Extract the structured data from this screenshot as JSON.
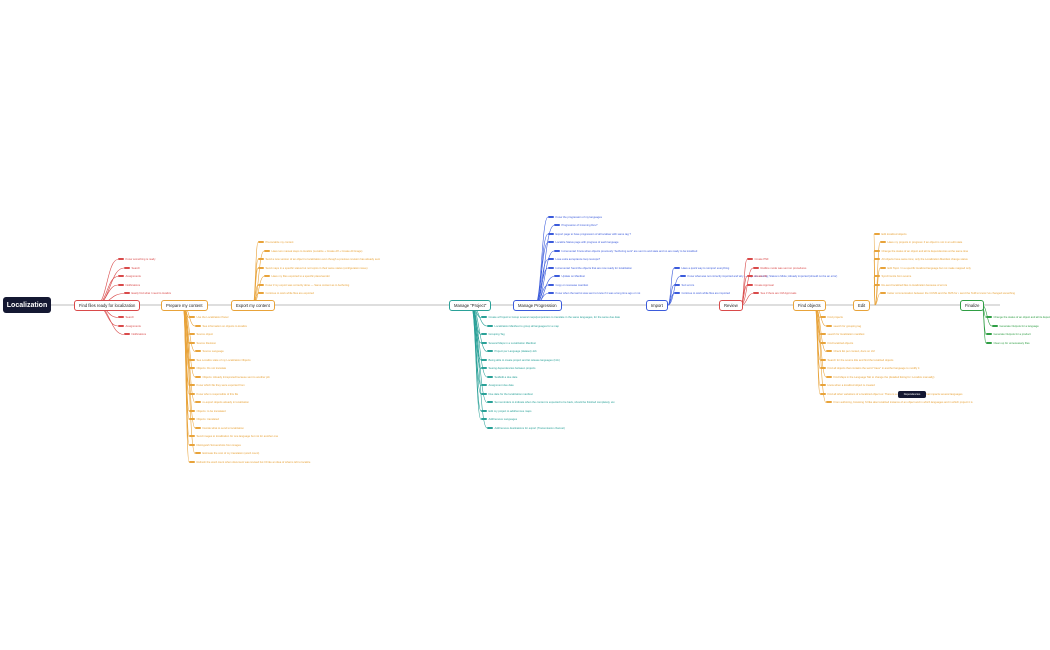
{
  "root": "Localization",
  "colors": {
    "red": "#d94a4a",
    "orange": "#e8a33a",
    "teal": "#2aa198",
    "blue": "#3b5bdb",
    "green": "#2f9e44",
    "gray": "#888888"
  },
  "branches": [
    {
      "label": "Find files ready for localization",
      "color": "red",
      "children": [
        "Know something is ready",
        "Search",
        "Assignments",
        "Notifications",
        "Easily find what I need to localize",
        "Search",
        "Assignments",
        "Notifications"
      ]
    },
    {
      "label": "Prepare my content",
      "color": "orange",
      "children": [
        "Use the Localization Panel",
        "See information on objects to localize",
        "Source object",
        "Source Revision",
        "Source Language",
        "See Localize state of my Localization Objects",
        "Objects: Do not translate",
        "Objects: Already Intrepreted because sent to another job",
        "Know which file they were exported from",
        "Know who is responsible of this file",
        "re-export objects already in localization",
        "Objects: to be translated",
        "Objects: translated",
        "Decide what to send to localization",
        "Send images to localization for one language but not for another one",
        "Distinguish Screenshots from images",
        "Estimate the cost of my translation (word count)",
        "Refresh the word count when document was revised but I'd like an idea of what is left to localize"
      ]
    },
    {
      "label": "Export my content",
      "color": "orange",
      "children": [
        "Pre-localize my content",
        "Have two manual steps to localize (Localize + Create Aff + Create All Image)",
        "Send a new version of an object to localization even though a previous revision has already sent",
        "Send maps in a specific status but not topics in their same status (configuration issue)",
        "Have my files exported to a specific place/vendor",
        "Know if my export was correctly done — Same content as in Authoring",
        "Continue to work while files are exported"
      ]
    },
    {
      "label": "Manage \"Project\"",
      "color": "teal",
      "children": [
        "Create a Project to Group several maps/jumpointers to translate in the same languages, for the same due date",
        "Localization Manifest to group all languages for a map",
        "Grouping Tag",
        "Several Maps in a Localization Manifest",
        "Project per Language (dataset) Job",
        "Being able to create project and let release languages (Info)",
        "Seeing dependencies between projects",
        "Set/Edit a due date",
        "Assignment due date",
        "Due date for the localization manifest",
        "Set reminders to indicate when the content is expected to be back, should be finished completely, etc.",
        "Edit my project to add/remove maps",
        "Add/remove Languages",
        "Add/remove destinations for export (Transmission channel)"
      ]
    },
    {
      "label": "Manage Progression",
      "color": "blue",
      "children": [
        "Know the progression of my languages",
        "Progression of Incoming Dev?",
        "Export page to have progression of all localiser with same tag ?",
        "Localize Status page with progress of each language",
        "Incremental: Know when objects previously \"Authoring sent\" are sent to and state and no are ready to be localized",
        "Lose extra acceptance loop rescope?",
        "Incremental: Send the objects that are now ready for localization",
        "Update on Manifest",
        "Copy on rescause manifest",
        "Know when the last lot was sent to know if it was a long time ago or not"
      ]
    },
    {
      "label": "Import",
      "color": "blue",
      "children": [
        "Have a quick way to reimport everything",
        "Know what was not correctly imported and why — Tags are missing; Status is Mixte; Already imported (should not be an error)",
        "Sort errors",
        "Continue to work while files are imported"
      ]
    },
    {
      "label": "Review",
      "color": "red",
      "children": [
        "Create PNF",
        "Redline mode was sent on procedures",
        "Create OK",
        "Create Approval",
        "See if there are CM Approvals"
      ]
    },
    {
      "label": "Find objects",
      "color": "orange",
      "children": [
        "Find projects",
        "search for grouping tag",
        "search for localization manifest",
        "Find localized objects",
        "Check list per context, docs on LM",
        "Search for the source title and find the localized objects",
        "Find all objects that contains the word \"trace\" in another language to modify it",
        "Find Maps in the Language Tab to change the (detailed listing for: Localize manually)",
        "know when a localized object is created",
        "Find all other variations of a localized object ex: There is a change I need to make that impacts several languages",
        "From authoring, browsing I'd like also localized instance of an object and in which languages and in which project it is"
      ]
    },
    {
      "label": "Edit",
      "color": "orange",
      "children": [
        "Edit localized objects",
        "Have my projects in progress: if an object is not in an edit state",
        "Change the status of an object and all its dependencies at the same time",
        "All objects have same time; only the Localization Manifest change status",
        "Edit Topic / in a specific localized language but not make mapped only",
        "Synchronize from source",
        "Re-send localized files to localization because of errors",
        "better communication between the CCMS and the XMS for • send the TeM to know I've changed something"
      ]
    },
    {
      "label": "Finalize",
      "color": "green",
      "children": [
        "Change the status of an object and all its dependencies at the same time",
        "Generate Outputs for a language",
        "Generate Outputs for a product",
        "Clean up for unnecessary files"
      ]
    }
  ],
  "badge": "Dependencies"
}
